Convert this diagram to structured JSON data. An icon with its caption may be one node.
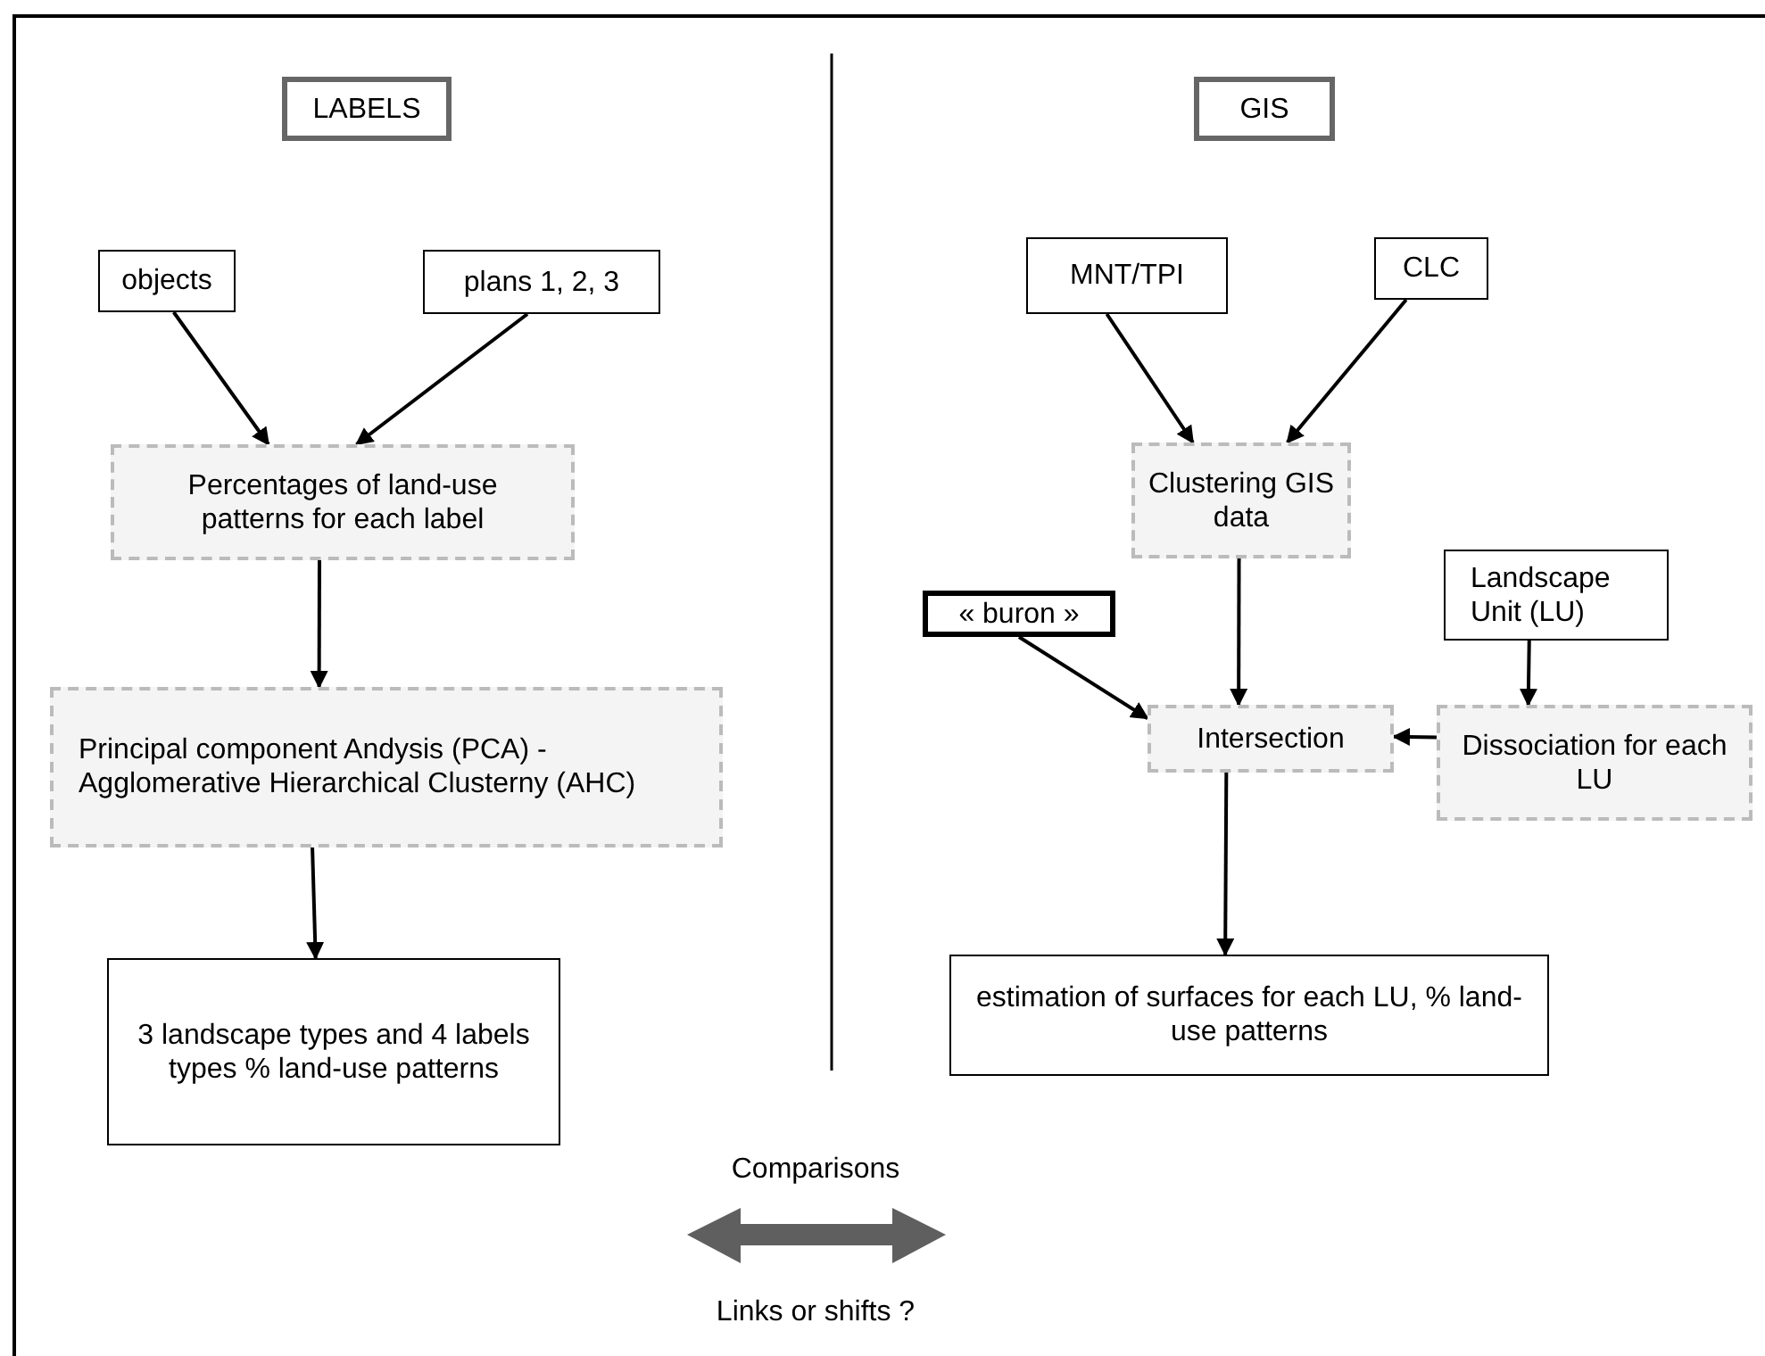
{
  "diagram": {
    "nodes": [
      {
        "text": [
          "LABELS"
        ]
      },
      {
        "text": [
          "GIS"
        ]
      },
      {
        "text": [
          "objects"
        ]
      },
      {
        "text": [
          "plans 1, 2, 3"
        ]
      },
      {
        "text": [
          "Percentages of land-use patterns for each label"
        ]
      },
      {
        "text": [
          "Principal component Andysis (PCA) - Agglomerative Hierarchical Clusterny (AHC)"
        ]
      },
      {
        "text": [
          "3 landscape types and 4 labels types % land-use patterns"
        ]
      },
      {
        "text": [
          "MNT/TPI"
        ]
      },
      {
        "text": [
          "CLC"
        ]
      },
      {
        "text": [
          "Clustering GIS data"
        ]
      },
      {
        "text": [
          "« buron »"
        ]
      },
      {
        "text": [
          "Landscape Unit (LU)"
        ]
      },
      {
        "text": [
          "Intersection"
        ]
      },
      {
        "text": [
          "Dissociation for each LU"
        ]
      },
      {
        "text": [
          "estimation of surfaces for each LU, % land-use patterns"
        ]
      }
    ],
    "edges": [
      {
        "from": 2,
        "to": 4,
        "arrow": "to"
      },
      {
        "from": 3,
        "to": 4,
        "arrow": "to"
      },
      {
        "from": 4,
        "to": 5,
        "arrow": "to"
      },
      {
        "from": 5,
        "to": 6,
        "arrow": "to"
      },
      {
        "from": 7,
        "to": 9,
        "arrow": "to"
      },
      {
        "from": 8,
        "to": 9,
        "arrow": "to"
      },
      {
        "from": 9,
        "to": 12,
        "arrow": "to"
      },
      {
        "from": 10,
        "to": 12,
        "arrow": "to"
      },
      {
        "from": 11,
        "to": 13,
        "arrow": "to"
      },
      {
        "from": 13,
        "to": 12,
        "arrow": "to"
      },
      {
        "from": 12,
        "to": 14,
        "arrow": "to"
      }
    ],
    "labels": [
      "Comparisons",
      "Links or shifts ?"
    ]
  }
}
